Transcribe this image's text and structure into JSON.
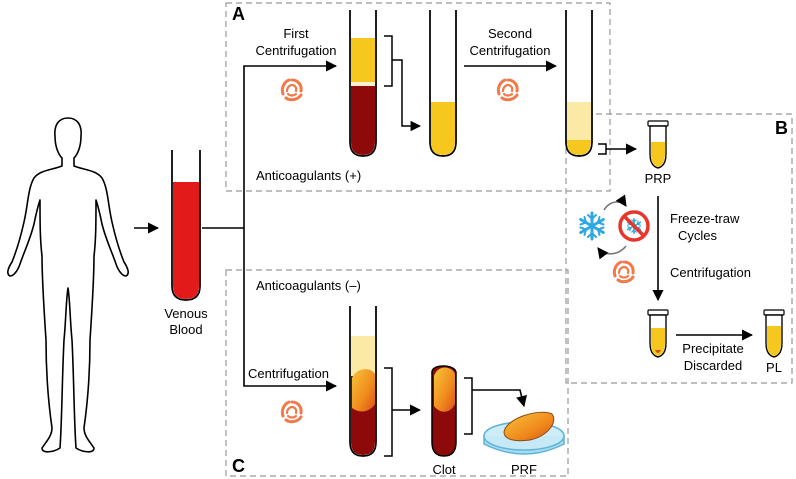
{
  "panels": {
    "a": "A",
    "b": "B",
    "c": "C"
  },
  "labels": {
    "venous_blood_line1": "Venous",
    "venous_blood_line2": "Blood",
    "first_centrifugation_line1": "First",
    "first_centrifugation_line2": "Centrifugation",
    "second_centrifugation_line1": "Second",
    "second_centrifugation_line2": "Centrifugation",
    "anticoagulants_plus": "Anticoagulants (+)",
    "anticoagulants_minus": "Anticoagulants (–)",
    "prp": "PRP",
    "freeze_thaw_line1": "Freeze-traw",
    "freeze_thaw_line2": "Cycles",
    "centrifugation_b": "Centrifugation",
    "precipitate_line1": "Precipitate",
    "precipitate_line2": "Discarded",
    "pl": "PL",
    "centrifugation_c": "Centrifugation",
    "clot": "Clot",
    "prf": "PRF"
  },
  "colors": {
    "blood": "#e21a1a",
    "dark_blood": "#8e0a0a",
    "plasma": "#f6c81d",
    "plasma_light": "#fbe9a6",
    "spin": "#f07a4a",
    "snow": "#2fa7e0",
    "no_sign": "#e8352b"
  },
  "icons": [
    "human-silhouette-icon",
    "centrifuge-spin-icon",
    "snowflake-icon",
    "no-heat-icon",
    "petri-dish-icon"
  ]
}
